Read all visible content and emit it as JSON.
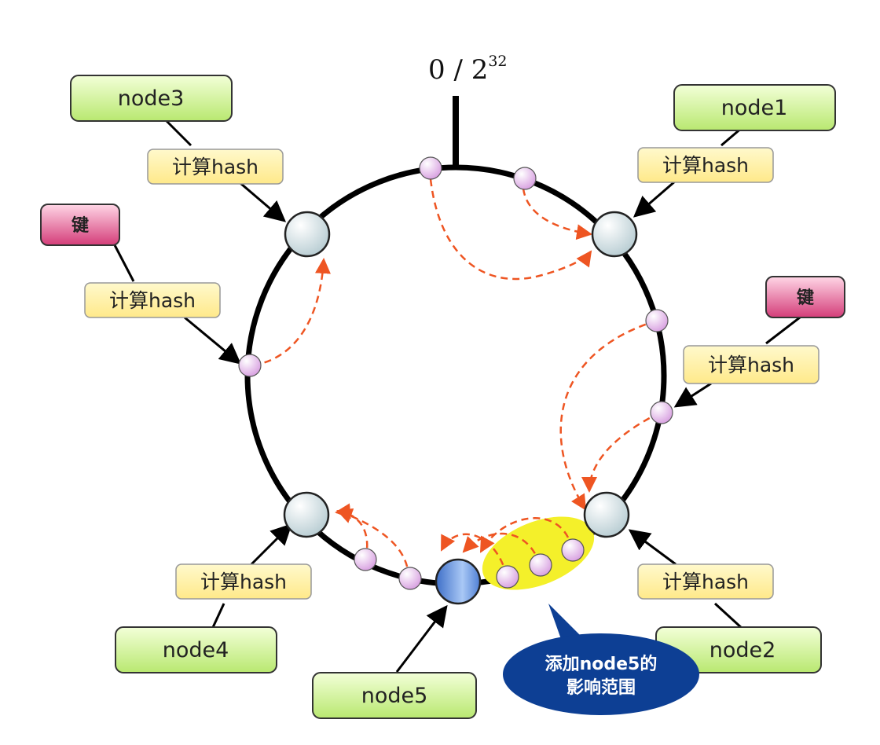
{
  "ring_label": {
    "base": "0 / 2",
    "exponent": "32"
  },
  "nodes": {
    "node1": "node1",
    "node2": "node2",
    "node3": "node3",
    "node4": "node4",
    "node5": "node5"
  },
  "hash_label": "计算hash",
  "key_label": "键",
  "callout": {
    "line1": "添加node5的",
    "line2": "影响范围"
  },
  "colors": {
    "ring": "#000000",
    "node_box_fill": "#d6f5a8",
    "hash_box_fill": "#fff2a8",
    "key_box_fill": "#e0508a",
    "server_circle": "#dde9ec",
    "new_server_circle": "#6f9fe6",
    "object_point": "#e8b8ec",
    "arrow_dashed": "#ee5522",
    "highlight": "#f4f02a",
    "callout_fill": "#0d3f94"
  }
}
